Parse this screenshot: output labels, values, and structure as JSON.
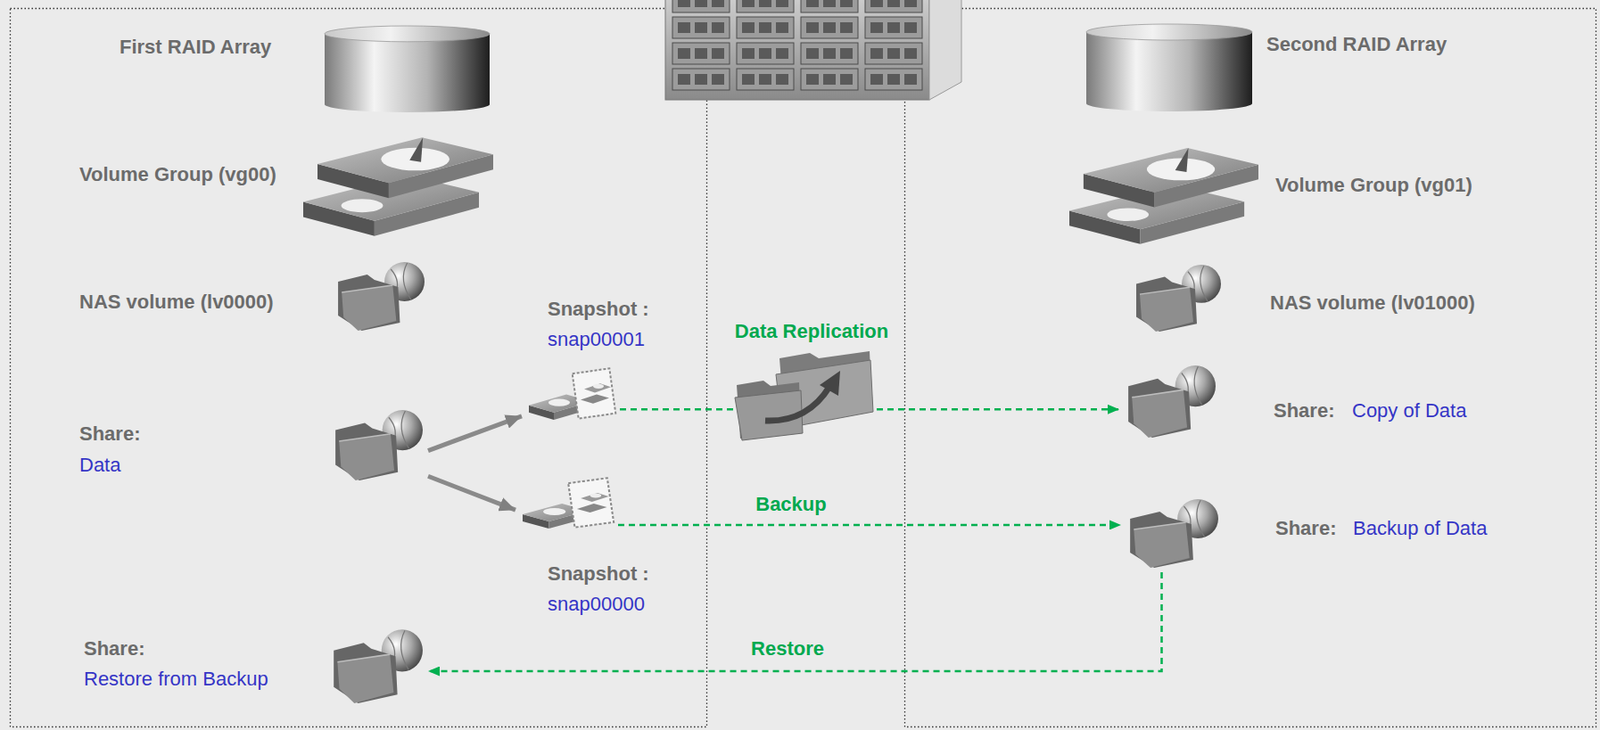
{
  "diagram": {
    "nodes": [
      {
        "text": [
          "First RAID Array"
        ]
      },
      {
        "text": [
          "Volume Group (vg00)"
        ]
      },
      {
        "text": [
          "NAS volume (lv0000)"
        ]
      },
      {
        "text": [
          "Share:",
          "Data"
        ]
      },
      {
        "text": [
          "Snapshot :",
          "snap00001"
        ]
      },
      {
        "text": [
          "Snapshot :",
          "snap00000"
        ]
      },
      {
        "text": [
          "Share:",
          "Restore from Backup"
        ]
      },
      {
        "text": [
          "Second RAID Array"
        ]
      },
      {
        "text": [
          "Volume Group (vg01)"
        ]
      },
      {
        "text": [
          "NAS volume (lv01000)"
        ]
      },
      {
        "text": [
          "Share:",
          "Copy of Data"
        ]
      },
      {
        "text": [
          "Share:",
          "Backup of Data"
        ]
      }
    ],
    "edges": [
      {
        "from": 3,
        "to": 4,
        "arrow": "to"
      },
      {
        "from": 3,
        "to": 5,
        "arrow": "to"
      },
      {
        "from": 4,
        "to": 10,
        "label": "Data Replication",
        "arrow": "to"
      },
      {
        "from": 5,
        "to": 11,
        "label": "Backup",
        "arrow": "to"
      },
      {
        "from": 11,
        "to": 6,
        "label": "Restore",
        "arrow": "to"
      }
    ]
  }
}
